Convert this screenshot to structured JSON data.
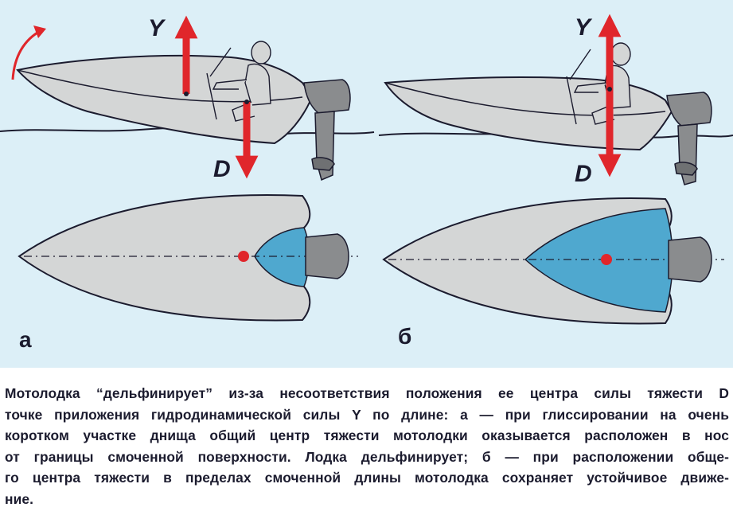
{
  "panels": [
    {
      "id": "a",
      "label": "а",
      "force_up": "Y",
      "force_down": "D"
    },
    {
      "id": "b",
      "label": "б",
      "force_up": "Y",
      "force_down": "D"
    }
  ],
  "colors": {
    "background": "#dceff7",
    "hull": "#d4d6d6",
    "wetted_area": "#4fa8cf",
    "arrow": "#e0262b",
    "motor": "#8a8c8e",
    "outline": "#1b1b2e"
  },
  "caption": {
    "lines": [
      "Мотолодка “дельфинирует” из-за несоответствия положения ее центра силы тяжести D",
      "точке приложения гидродинамической силы Y по длине: а — при глиссировании на очень",
      "коротком участке днища общий центр тяжести мотолодки оказывается расположен в нос",
      "от границы смоченной поверхности. Лодка дельфинирует; б — при расположении обще-",
      "го центра тяжести в пределах смоченной длины мотолодка сохраняет устойчивое движе-",
      "ние."
    ]
  }
}
